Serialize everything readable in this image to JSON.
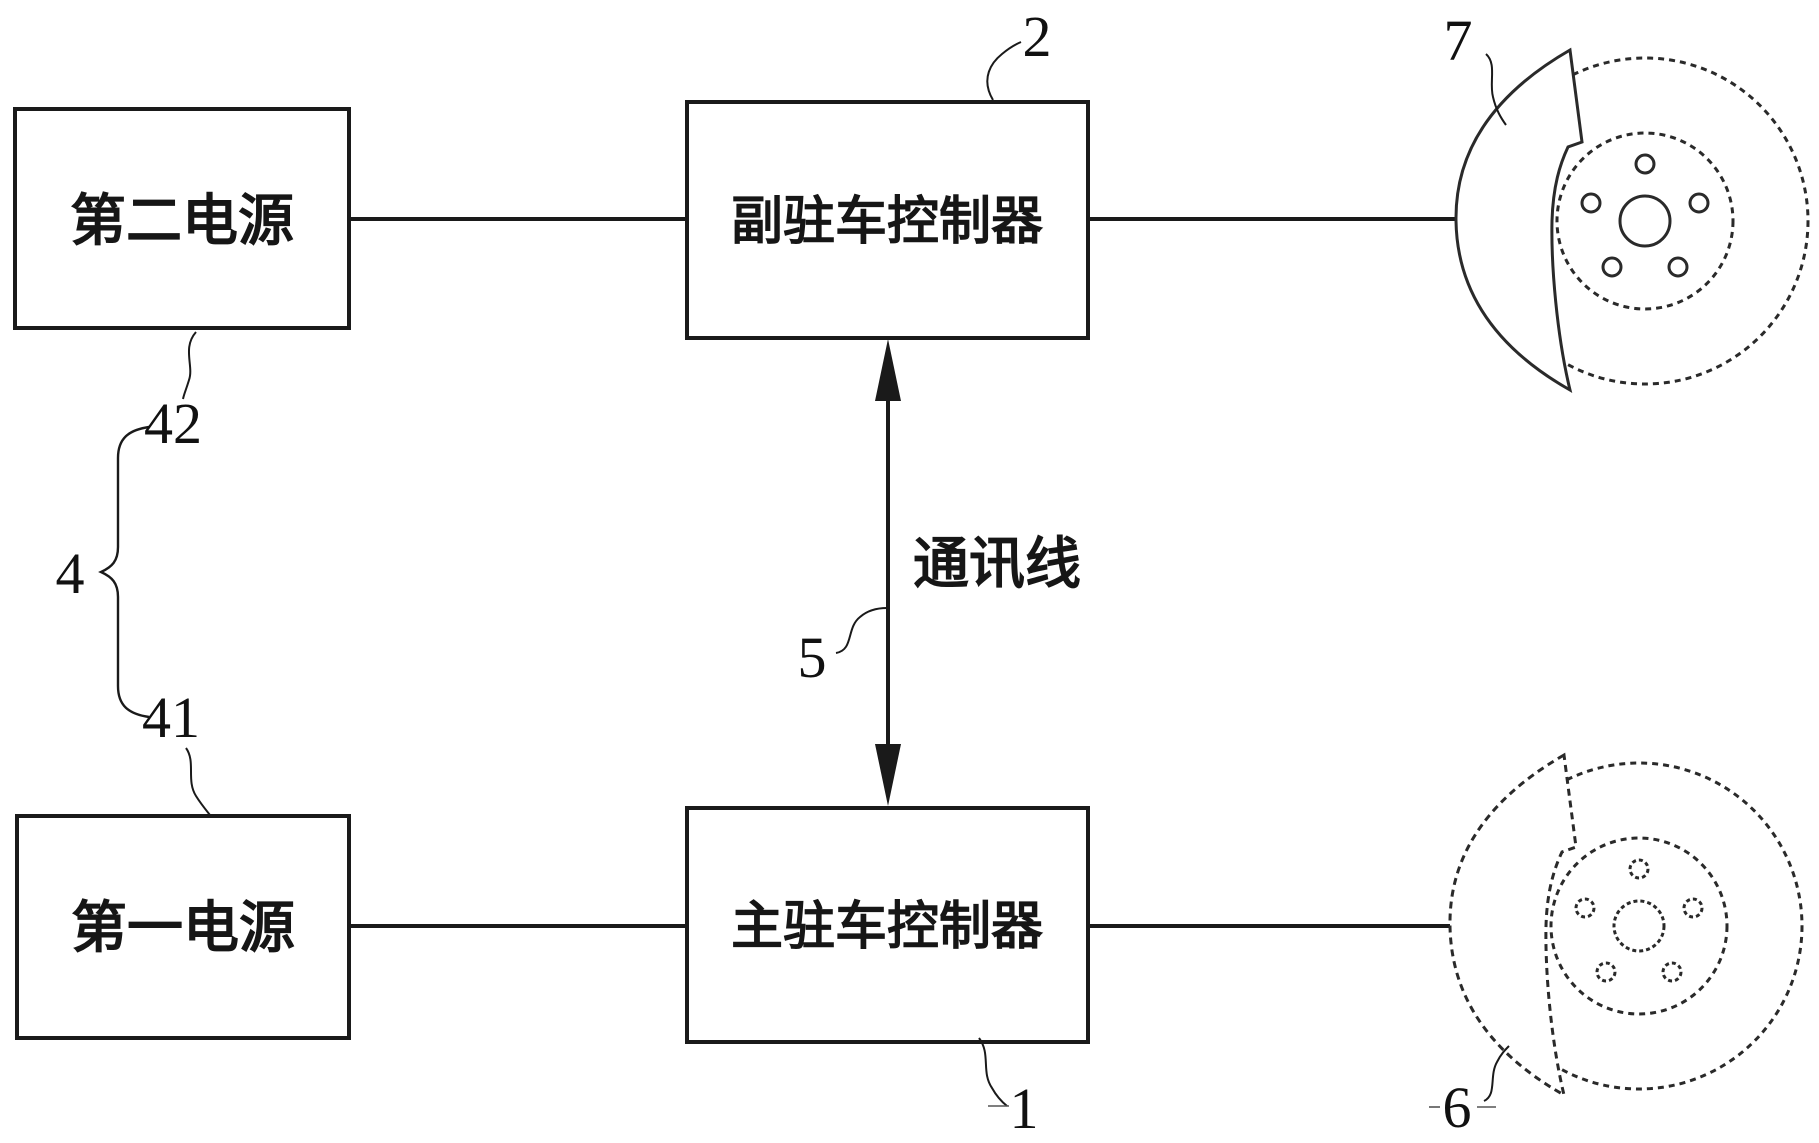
{
  "figure": {
    "type": "patent-block-diagram",
    "subject": "vehicle electronic parking brake system",
    "colors": {
      "ink": "#1a1a1a",
      "background": "#ffffff"
    },
    "boxes": {
      "power2": {
        "label": "第二电源"
      },
      "aux_controller": {
        "label": "副驻车控制器"
      },
      "power1": {
        "label": "第一电源"
      },
      "main_controller": {
        "label": "主驻车控制器"
      }
    },
    "edge_labels": {
      "comm_line": "通讯线"
    },
    "ref_numbers": {
      "main_controller": "1",
      "aux_controller": "2",
      "power_group": "4",
      "power1": "41",
      "power2": "42",
      "comm_line": "5",
      "bottom_brake": "6",
      "top_brake": "7"
    },
    "icons": {
      "top_right": "brake-disc-with-caliper",
      "bottom_right": "brake-disc-with-caliper"
    }
  }
}
